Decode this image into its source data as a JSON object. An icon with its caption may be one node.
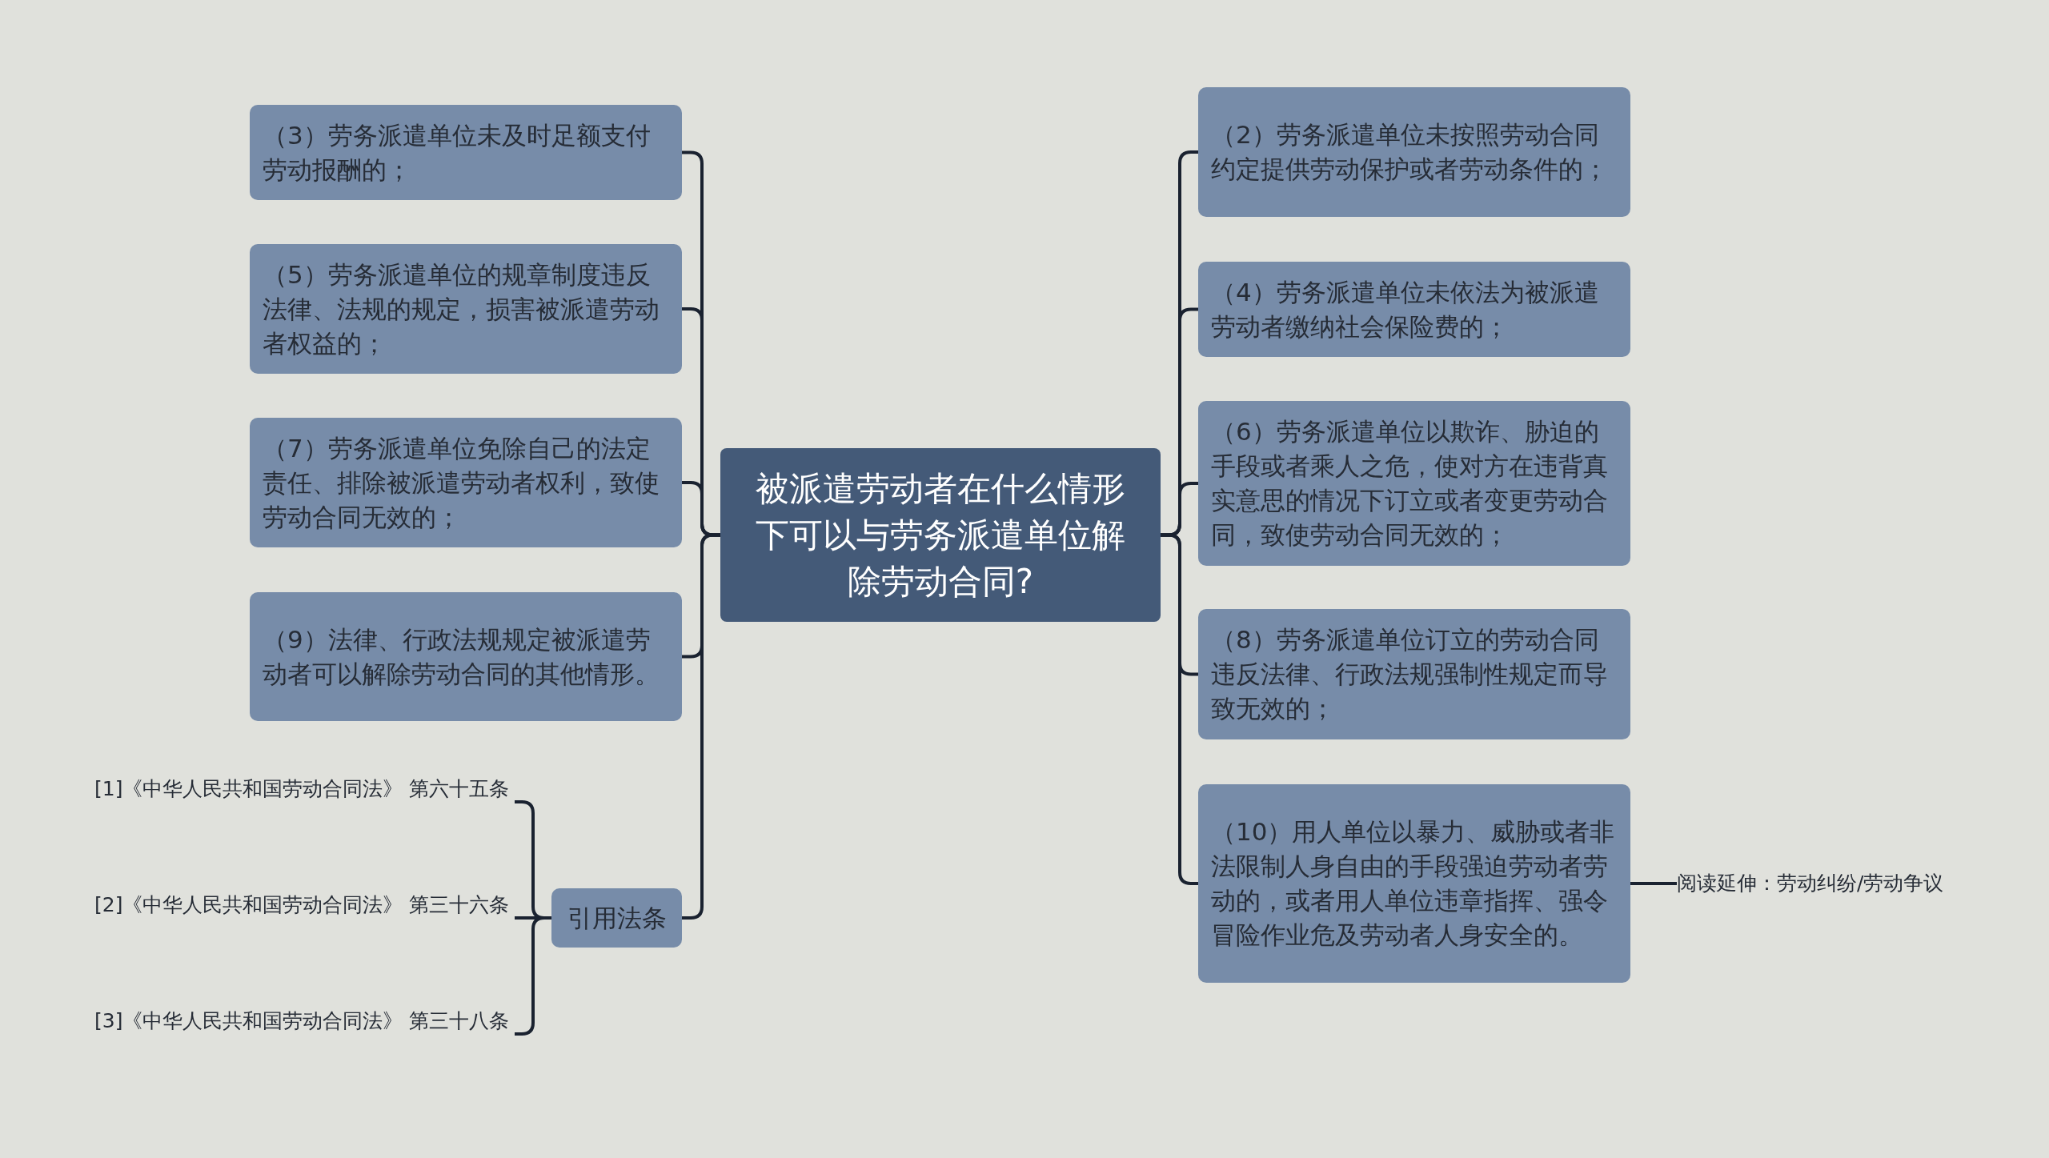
{
  "diagram": {
    "nodes": [
      {
        "text": [
          "被派遣劳动者在什么情形下可以与劳务派遣单位解除劳动合同?"
        ]
      },
      {
        "text": [
          "（3）劳务派遣单位未及时足额支付劳动报酬的；"
        ]
      },
      {
        "text": [
          "（5）劳务派遣单位的规章制度违反法律、法规的规定，损害被派遣劳动者权益的；"
        ]
      },
      {
        "text": [
          "（7）劳务派遣单位免除自己的法定责任、排除被派遣劳动者权利，致使劳动合同无效的；"
        ]
      },
      {
        "text": [
          "（9）法律、行政法规规定被派遣劳动者可以解除劳动合同的其他情形。"
        ]
      },
      {
        "text": [
          "引用法条"
        ]
      },
      {
        "text": [
          "[1]《中华人民共和国劳动合同法》 第六十五条"
        ]
      },
      {
        "text": [
          "[2]《中华人民共和国劳动合同法》 第三十六条"
        ]
      },
      {
        "text": [
          "[3]《中华人民共和国劳动合同法》 第三十八条"
        ]
      },
      {
        "text": [
          "（2）劳务派遣单位未按照劳动合同约定提供劳动保护或者劳动条件的；"
        ]
      },
      {
        "text": [
          "（4）劳务派遣单位未依法为被派遣劳动者缴纳社会保险费的；"
        ]
      },
      {
        "text": [
          "（6）劳务派遣单位以欺诈、胁迫的手段或者乘人之危，使对方在违背真实意思的情况下订立或者变更劳动合同，致使劳动合同无效的；"
        ]
      },
      {
        "text": [
          "（8）劳务派遣单位订立的劳动合同违反法律、行政法规强制性规定而导致无效的；"
        ]
      },
      {
        "text": [
          "（10）用人单位以暴力、威胁或者非法限制人身自由的手段强迫劳动者劳动的，或者用人单位违章指挥、强令冒险作业危及劳动者人身安全的。"
        ]
      },
      {
        "text": [
          "阅读延伸：劳动纠纷/劳动争议"
        ]
      }
    ],
    "edges": [
      {
        "from": 0,
        "to": 1,
        "arrow": "none"
      },
      {
        "from": 0,
        "to": 2,
        "arrow": "none"
      },
      {
        "from": 0,
        "to": 3,
        "arrow": "none"
      },
      {
        "from": 0,
        "to": 4,
        "arrow": "none"
      },
      {
        "from": 0,
        "to": 5,
        "arrow": "none"
      },
      {
        "from": 5,
        "to": 6,
        "arrow": "none"
      },
      {
        "from": 5,
        "to": 7,
        "arrow": "none"
      },
      {
        "from": 5,
        "to": 8,
        "arrow": "none"
      },
      {
        "from": 0,
        "to": 9,
        "arrow": "none"
      },
      {
        "from": 0,
        "to": 10,
        "arrow": "none"
      },
      {
        "from": 0,
        "to": 11,
        "arrow": "none"
      },
      {
        "from": 0,
        "to": 12,
        "arrow": "none"
      },
      {
        "from": 0,
        "to": 13,
        "arrow": "none"
      },
      {
        "from": 13,
        "to": 14,
        "arrow": "none"
      }
    ]
  }
}
